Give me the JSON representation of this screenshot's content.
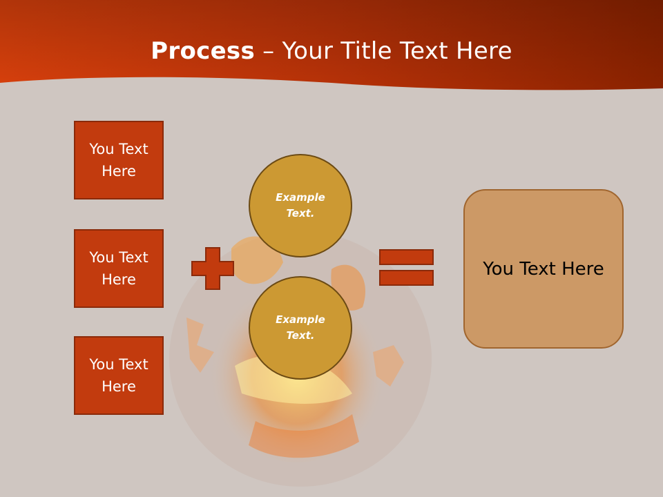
{
  "slide": {
    "title_bold": "Process",
    "title_dash": " – ",
    "title_rest": "Your Title Text Here"
  },
  "boxes": [
    {
      "label": "You Text Here"
    },
    {
      "label": "You Text Here"
    },
    {
      "label": "You Text Here"
    }
  ],
  "circles": [
    {
      "label": "Example Text."
    },
    {
      "label": "Example Text."
    }
  ],
  "result": {
    "label": "You Text Here"
  },
  "icons": {
    "plus": "plus-icon",
    "equals": "equals-icon",
    "background": "jack-o-lantern-icon"
  },
  "colors": {
    "header_dark": "#8a2000",
    "header_bright": "#d8400c",
    "background": "#cfc6c1",
    "box_fill": "#c23b0e",
    "box_border": "#8a2a0a",
    "circle_fill": "#cc9933",
    "result_fill": "#cc9966",
    "operator_fill": "#c23b0e"
  }
}
